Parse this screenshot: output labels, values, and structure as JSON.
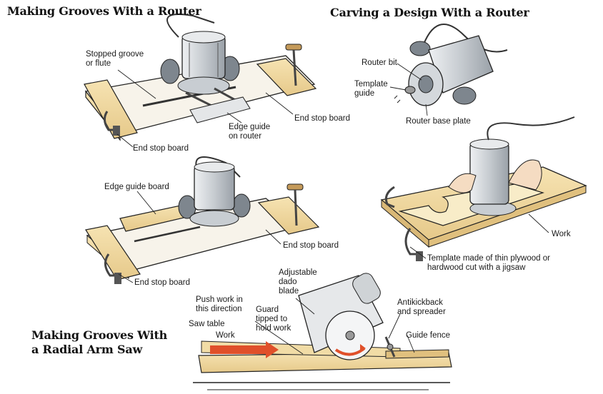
{
  "titles": {
    "top_left": "Making Grooves With a Router",
    "top_right": "Carving a Design With a Router",
    "bottom_left_line1": "Making Grooves With",
    "bottom_left_line2": "a Radial Arm Saw"
  },
  "labels": {
    "stopped_groove_1": "Stopped groove",
    "stopped_groove_2": "or flute",
    "edge_guide_router_1": "Edge guide",
    "edge_guide_router_2": "on router",
    "end_stop_board_a": "End stop board",
    "end_stop_board_b": "End stop board",
    "edge_guide_board": "Edge guide board",
    "end_stop_board_c": "End stop board",
    "end_stop_board_d": "End stop board",
    "router_bit": "Router bit",
    "template_guide_1": "Template",
    "template_guide_2": "guide",
    "router_base_plate": "Router base plate",
    "work_right": "Work",
    "template_made_1": "Template made of thin plywood or",
    "template_made_2": "hardwood cut with a jigsaw",
    "adjustable_1": "Adjustable",
    "adjustable_2": "dado",
    "adjustable_3": "blade",
    "push_work_1": "Push work in",
    "push_work_2": "this direction",
    "guard_1": "Guard",
    "guard_2": "tipped to",
    "guard_3": "hold work",
    "antikickback_1": "Antikickback",
    "antikickback_2": "and spreader",
    "saw_table": "Saw table",
    "work_bottom": "Work",
    "guide_fence": "Guide fence"
  },
  "colors": {
    "wood": "#f0d9a0",
    "wood_dark": "#d9b877",
    "metal": "#cfd3d6",
    "metal_dark": "#8a9096",
    "arrow": "#e0502a",
    "ink": "#222222"
  }
}
